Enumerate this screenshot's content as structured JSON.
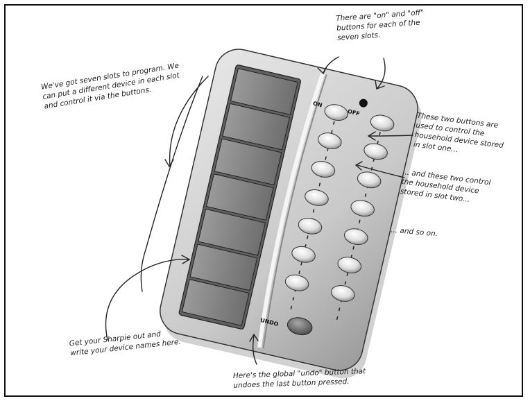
{
  "annotations": {
    "top": "There are \"on\" and \"off\"\nbuttons for each of the\nseven slots.",
    "slots": "We've got seven slots to program.  We\ncan put a different device in each slot\nand control it via the buttons.",
    "slot_one": "These two buttons are\nused to control the\nhousehold device stored\nin slot one...",
    "slot_two": "... and these two control\nthe household device\nstored in slot two...",
    "and_so_on": "... and so on.",
    "sharpie": "Get your Sharpie out and\nwrite your device names here.",
    "undo": "Here's the global \"undo\" button that\nundoes the last button pressed."
  },
  "remote": {
    "on_label": "ON",
    "off_label": "OFF",
    "undo_label": "UNDO",
    "slot_count": 7
  }
}
